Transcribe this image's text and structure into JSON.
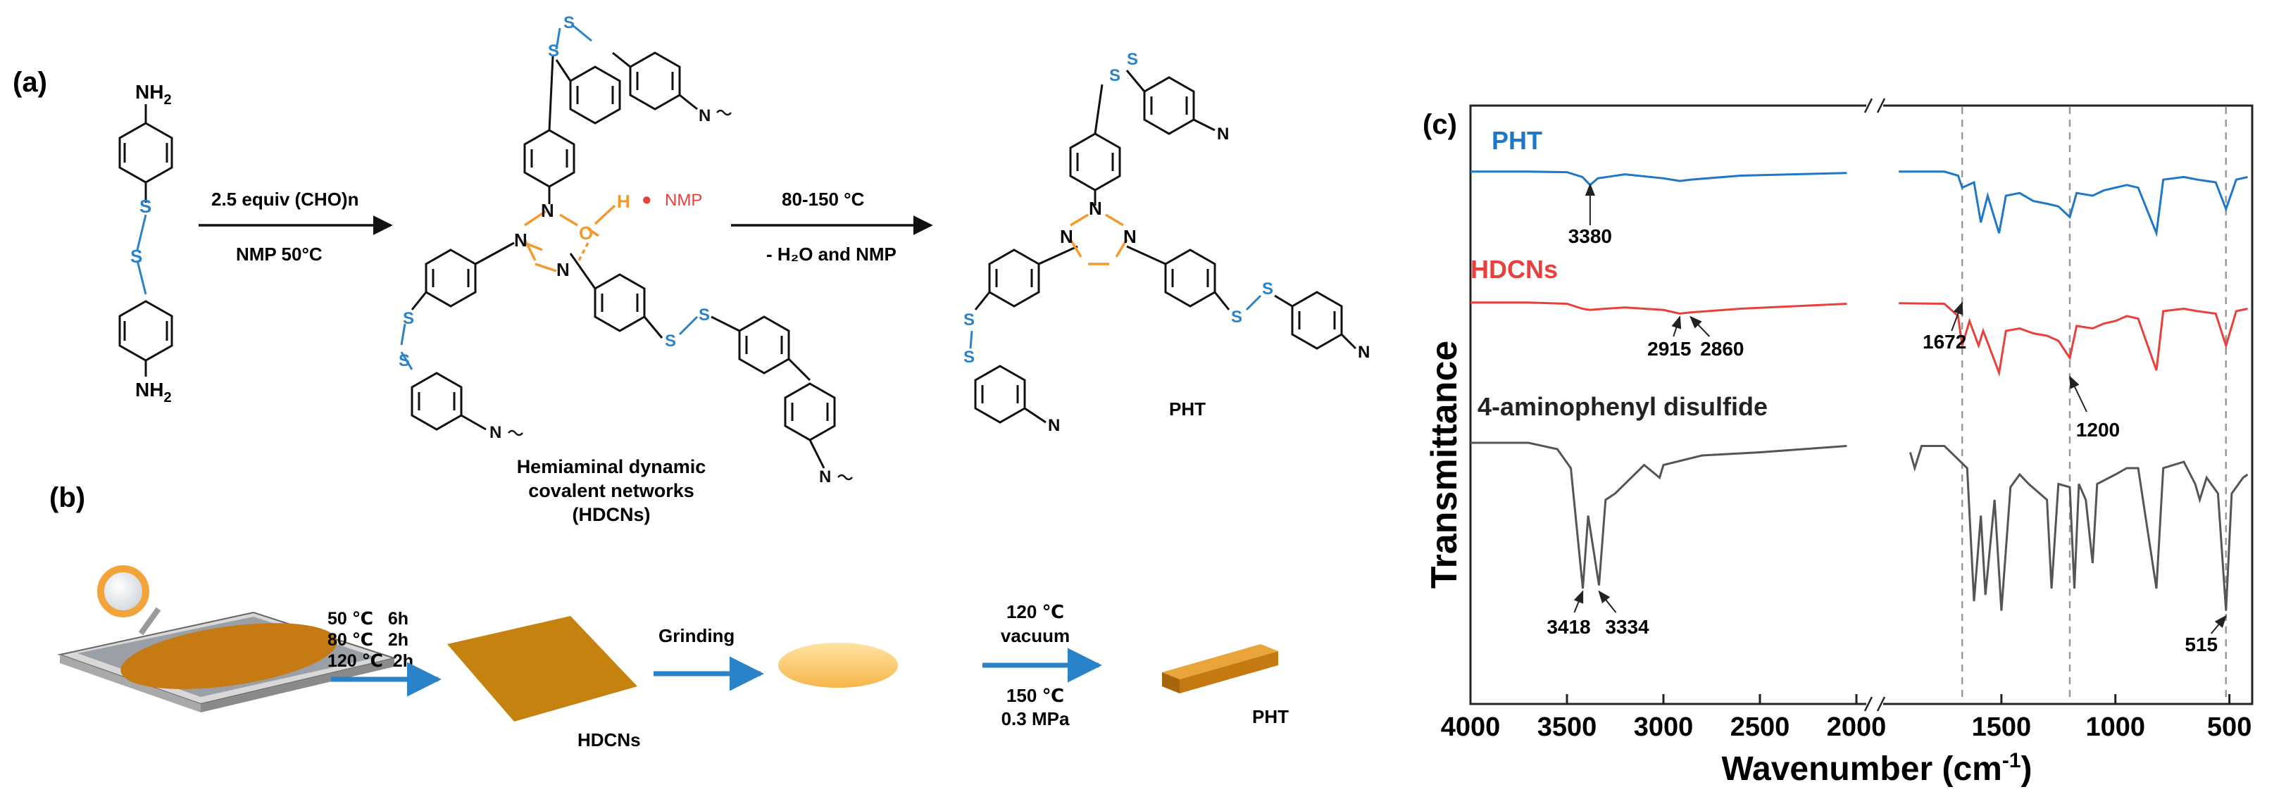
{
  "panels": {
    "a": {
      "label": "(a)",
      "reactant": {
        "top_group": "NH",
        "top_sub": "2",
        "bottom_group": "NH",
        "bottom_sub": "2",
        "s1": "S",
        "s2": "S"
      },
      "step1": {
        "above": "2.5 equiv (CHO)n",
        "below": "NMP 50°C"
      },
      "hdcn": {
        "n_label": "N",
        "o_label": "O",
        "h_label": "H",
        "nmp_label": "NMP",
        "bullet": "•",
        "caption_lines": [
          "Hemiaminal dynamic",
          "covalent networks",
          "(HDCNs)"
        ]
      },
      "step2": {
        "above": "80-150 °C",
        "below": "- H₂O and NMP"
      },
      "pht": {
        "label": "PHT",
        "n_label": "N"
      }
    },
    "b": {
      "label": "(b)",
      "cure_conditions": [
        "50 ℃   6h",
        "80 ℃   2h",
        "120 ℃  2h"
      ],
      "sheet_label": "HDCNs",
      "grinding_label": "Grinding",
      "press_conditions": [
        "120 ℃",
        "vacuum",
        "150 ℃",
        "0.3 MPa"
      ],
      "product_label": "PHT"
    },
    "c": {
      "label": "(c)",
      "colors": {
        "PHT": "#1f77c8",
        "HDCNs": "#e8403c",
        "4-aminophenyl disulfide": "#555555",
        "dashed": "#9a9a9a"
      },
      "ylabel": "Transmittance",
      "xlabel_main": "Wavenumber (cm",
      "xlabel_sup": "-1",
      "xlabel_close": ")",
      "ticks": [
        "4000",
        "3500",
        "3000",
        "2500",
        "2000",
        "1500",
        "1000",
        "500"
      ],
      "series_labels": [
        "PHT",
        "HDCNs",
        "4-aminophenyl disulfide"
      ],
      "annotations": [
        "3380",
        "2915",
        "2860",
        "1672",
        "1200",
        "3418",
        "3334",
        "515"
      ],
      "break_mark": "//"
    }
  },
  "chart_data": {
    "type": "line",
    "title": "",
    "xlabel": "Wavenumber (cm-1)",
    "ylabel": "Transmittance",
    "xlim": [
      4000,
      400
    ],
    "axis_break": [
      2000,
      2000
    ],
    "xticks": [
      4000,
      3500,
      3000,
      2500,
      2000,
      1500,
      1000,
      500
    ],
    "dashed_reference_lines": [
      1672,
      1200,
      515
    ],
    "series": [
      {
        "name": "PHT",
        "points": [
          [
            4000,
            0.1
          ],
          [
            3700,
            0.1
          ],
          [
            3500,
            0.12
          ],
          [
            3420,
            0.3
          ],
          [
            3380,
            0.6
          ],
          [
            3340,
            0.35
          ],
          [
            3200,
            0.2
          ],
          [
            3000,
            0.35
          ],
          [
            2915,
            0.45
          ],
          [
            2860,
            0.4
          ],
          [
            2600,
            0.25
          ],
          [
            2050,
            0.15
          ],
          [
            1950,
            0.1
          ],
          [
            1750,
            0.1
          ],
          [
            1690,
            0.25
          ],
          [
            1672,
            0.7
          ],
          [
            1620,
            0.5
          ],
          [
            1590,
            2.0
          ],
          [
            1560,
            1.0
          ],
          [
            1510,
            2.4
          ],
          [
            1480,
            1.0
          ],
          [
            1420,
            0.9
          ],
          [
            1360,
            1.2
          ],
          [
            1300,
            1.3
          ],
          [
            1250,
            1.4
          ],
          [
            1200,
            1.8
          ],
          [
            1170,
            0.9
          ],
          [
            1100,
            1.0
          ],
          [
            1050,
            0.8
          ],
          [
            1000,
            0.7
          ],
          [
            950,
            0.6
          ],
          [
            900,
            0.7
          ],
          [
            820,
            2.4
          ],
          [
            790,
            0.4
          ],
          [
            700,
            0.3
          ],
          [
            640,
            0.4
          ],
          [
            560,
            0.5
          ],
          [
            515,
            1.5
          ],
          [
            470,
            0.4
          ],
          [
            420,
            0.3
          ]
        ]
      },
      {
        "name": "HDCNs",
        "points": [
          [
            4000,
            0.05
          ],
          [
            3700,
            0.05
          ],
          [
            3500,
            0.1
          ],
          [
            3420,
            0.3
          ],
          [
            3380,
            0.35
          ],
          [
            3300,
            0.3
          ],
          [
            3200,
            0.25
          ],
          [
            3000,
            0.35
          ],
          [
            2915,
            0.5
          ],
          [
            2860,
            0.45
          ],
          [
            2600,
            0.3
          ],
          [
            2050,
            0.1
          ],
          [
            1950,
            0.08
          ],
          [
            1750,
            0.1
          ],
          [
            1690,
            0.6
          ],
          [
            1672,
            1.8
          ],
          [
            1640,
            0.8
          ],
          [
            1600,
            1.8
          ],
          [
            1580,
            1.2
          ],
          [
            1510,
            2.9
          ],
          [
            1480,
            1.2
          ],
          [
            1420,
            1.1
          ],
          [
            1360,
            1.3
          ],
          [
            1300,
            1.4
          ],
          [
            1250,
            1.6
          ],
          [
            1200,
            2.3
          ],
          [
            1170,
            1.0
          ],
          [
            1100,
            1.1
          ],
          [
            1050,
            0.9
          ],
          [
            1000,
            0.8
          ],
          [
            950,
            0.6
          ],
          [
            900,
            0.7
          ],
          [
            820,
            2.8
          ],
          [
            790,
            0.4
          ],
          [
            700,
            0.3
          ],
          [
            640,
            0.4
          ],
          [
            560,
            0.5
          ],
          [
            515,
            1.8
          ],
          [
            470,
            0.4
          ],
          [
            420,
            0.3
          ]
        ]
      },
      {
        "name": "4-aminophenyl disulfide",
        "points": [
          [
            4000,
            0.2
          ],
          [
            3700,
            0.2
          ],
          [
            3550,
            0.4
          ],
          [
            3480,
            1.0
          ],
          [
            3418,
            4.8
          ],
          [
            3390,
            2.5
          ],
          [
            3334,
            4.7
          ],
          [
            3300,
            2.0
          ],
          [
            3250,
            1.8
          ],
          [
            3100,
            0.9
          ],
          [
            3020,
            1.3
          ],
          [
            3000,
            0.9
          ],
          [
            2800,
            0.6
          ],
          [
            2500,
            0.5
          ],
          [
            2050,
            0.3
          ],
          [
            1900,
            0.5
          ],
          [
            1880,
            1.0
          ],
          [
            1850,
            0.3
          ],
          [
            1750,
            0.3
          ],
          [
            1650,
            1.0
          ],
          [
            1620,
            5.2
          ],
          [
            1590,
            2.5
          ],
          [
            1570,
            5.0
          ],
          [
            1530,
            2.0
          ],
          [
            1500,
            5.5
          ],
          [
            1460,
            1.6
          ],
          [
            1420,
            1.2
          ],
          [
            1380,
            1.5
          ],
          [
            1300,
            2.0
          ],
          [
            1280,
            4.8
          ],
          [
            1250,
            1.5
          ],
          [
            1200,
            1.6
          ],
          [
            1180,
            4.8
          ],
          [
            1160,
            1.5
          ],
          [
            1130,
            2.0
          ],
          [
            1100,
            4.0
          ],
          [
            1080,
            1.5
          ],
          [
            1000,
            1.2
          ],
          [
            950,
            1.0
          ],
          [
            900,
            1.0
          ],
          [
            820,
            4.8
          ],
          [
            790,
            1.0
          ],
          [
            700,
            0.8
          ],
          [
            650,
            1.5
          ],
          [
            630,
            2.0
          ],
          [
            600,
            1.3
          ],
          [
            550,
            1.8
          ],
          [
            515,
            5.5
          ],
          [
            490,
            1.8
          ],
          [
            440,
            1.3
          ],
          [
            420,
            1.2
          ]
        ]
      }
    ]
  }
}
